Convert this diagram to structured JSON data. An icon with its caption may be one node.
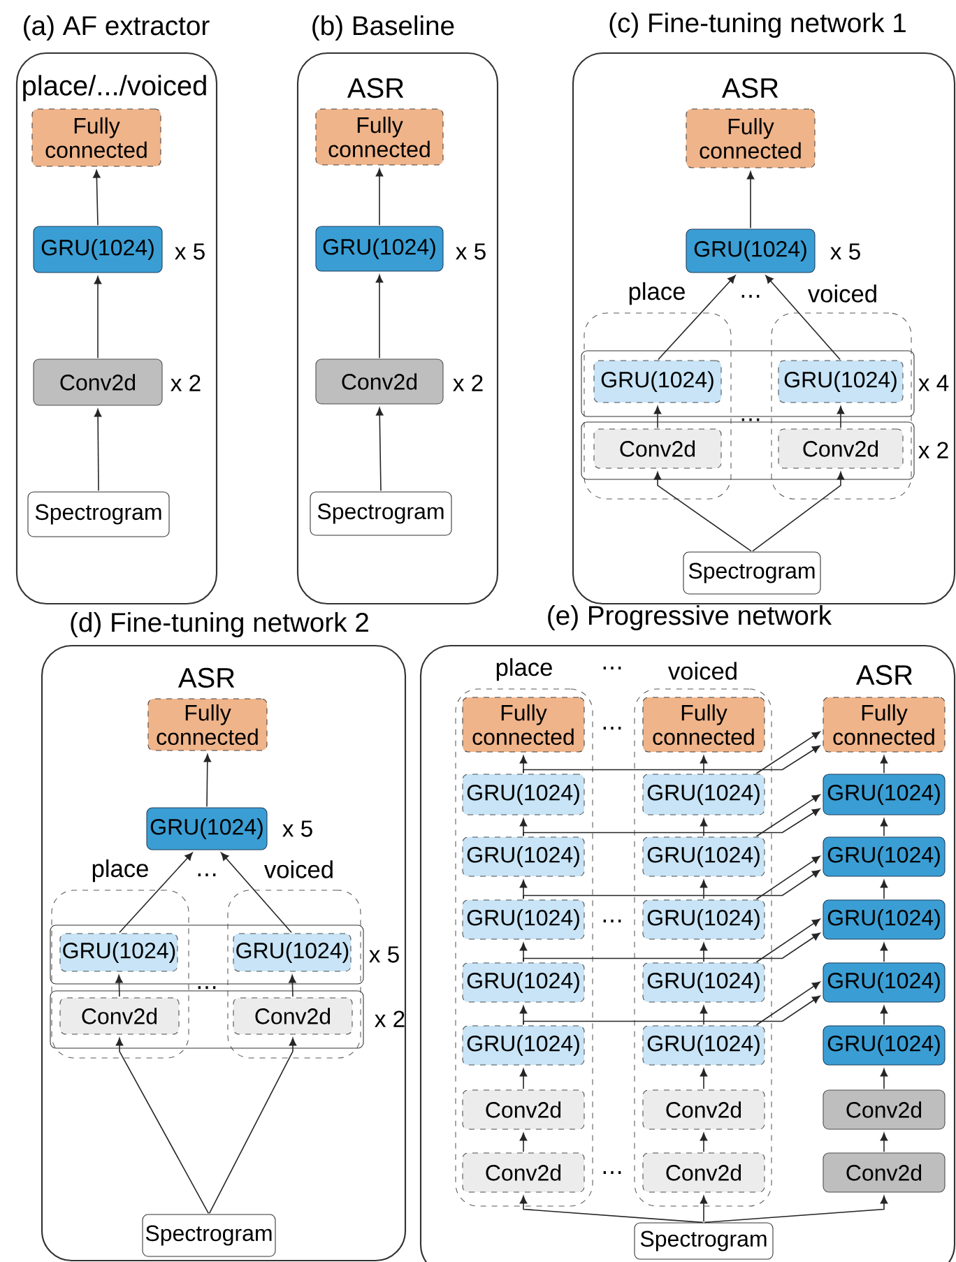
{
  "diagram": {
    "nodes": [
      {
        "text": [
          "(a) AF extractor",
          "place/.../voiced"
        ]
      },
      {
        "text": [
          "Fully connected"
        ],
        "in": 0
      },
      {
        "text": [
          "GRU(1024)"
        ],
        "beside": [
          "x 5"
        ],
        "in": 0
      },
      {
        "text": [
          "Conv2d"
        ],
        "beside": [
          "x 2"
        ],
        "in": 0
      },
      {
        "text": [
          "Spectrogram"
        ],
        "in": 0
      },
      {
        "text": [
          "(b) Baseline",
          "ASR"
        ]
      },
      {
        "text": [
          "Fully connected"
        ],
        "in": 5
      },
      {
        "text": [
          "GRU(1024)"
        ],
        "beside": [
          "x 5"
        ],
        "in": 5
      },
      {
        "text": [
          "Conv2d"
        ],
        "beside": [
          "x 2"
        ],
        "in": 5
      },
      {
        "text": [
          "Spectrogram"
        ],
        "in": 5
      },
      {
        "text": [
          "(c) Fine-tuning network 1",
          "ASR"
        ]
      },
      {
        "text": [
          "Fully connected"
        ],
        "in": 10
      },
      {
        "text": [
          "GRU(1024)"
        ],
        "beside": [
          "x 5"
        ],
        "in": 10
      },
      {
        "text": [
          "place"
        ],
        "in": 10
      },
      {
        "text": [
          "GRU(1024)"
        ],
        "in": 13
      },
      {
        "text": [
          "Conv2d"
        ],
        "in": 13
      },
      {
        "text": [
          "voiced"
        ],
        "in": 10
      },
      {
        "text": [
          "GRU(1024)"
        ],
        "in": 16
      },
      {
        "text": [
          "Conv2d"
        ],
        "in": 16
      },
      {
        "text": [
          "Spectrogram"
        ],
        "in": 10
      },
      {
        "text": [
          "(d) Fine-tuning network 2",
          "ASR"
        ]
      },
      {
        "text": [
          "Fully connected"
        ],
        "in": 20
      },
      {
        "text": [
          "GRU(1024)"
        ],
        "beside": [
          "x 5"
        ],
        "in": 20
      },
      {
        "text": [
          "place"
        ],
        "in": 20
      },
      {
        "text": [
          "GRU(1024)"
        ],
        "in": 23
      },
      {
        "text": [
          "Conv2d"
        ],
        "in": 23
      },
      {
        "text": [
          "voiced"
        ],
        "in": 20
      },
      {
        "text": [
          "GRU(1024)"
        ],
        "in": 26
      },
      {
        "text": [
          "Conv2d"
        ],
        "in": 26
      },
      {
        "text": [
          "Spectrogram"
        ],
        "in": 20
      },
      {
        "text": [
          "(e) Progressive network",
          "ASR"
        ]
      },
      {
        "text": [
          "place"
        ],
        "in": 30
      },
      {
        "text": [
          "Fully connected"
        ],
        "in": 31
      },
      {
        "text": [
          "GRU(1024)"
        ],
        "in": 31
      },
      {
        "text": [
          "GRU(1024)"
        ],
        "in": 31
      },
      {
        "text": [
          "GRU(1024)"
        ],
        "in": 31
      },
      {
        "text": [
          "GRU(1024)"
        ],
        "in": 31
      },
      {
        "text": [
          "GRU(1024)"
        ],
        "in": 31
      },
      {
        "text": [
          "Conv2d"
        ],
        "in": 31
      },
      {
        "text": [
          "Conv2d"
        ],
        "in": 31
      },
      {
        "text": [
          "voiced"
        ],
        "in": 30
      },
      {
        "text": [
          "Fully connected"
        ],
        "in": 40
      },
      {
        "text": [
          "GRU(1024)"
        ],
        "in": 40
      },
      {
        "text": [
          "GRU(1024)"
        ],
        "in": 40
      },
      {
        "text": [
          "GRU(1024)"
        ],
        "in": 40
      },
      {
        "text": [
          "GRU(1024)"
        ],
        "in": 40
      },
      {
        "text": [
          "GRU(1024)"
        ],
        "in": 40
      },
      {
        "text": [
          "Conv2d"
        ],
        "in": 40
      },
      {
        "text": [
          "Conv2d"
        ],
        "in": 40
      },
      {
        "text": [
          "Fully connected"
        ],
        "in": 30
      },
      {
        "text": [
          "GRU(1024)"
        ],
        "in": 30
      },
      {
        "text": [
          "GRU(1024)"
        ],
        "in": 30
      },
      {
        "text": [
          "GRU(1024)"
        ],
        "in": 30
      },
      {
        "text": [
          "GRU(1024)"
        ],
        "in": 30
      },
      {
        "text": [
          "GRU(1024)"
        ],
        "in": 30
      },
      {
        "text": [
          "Conv2d"
        ],
        "in": 30
      },
      {
        "text": [
          "Conv2d"
        ],
        "in": 30
      },
      {
        "text": [
          "Spectrogram"
        ],
        "in": 30
      }
    ],
    "edges": [
      {
        "from": 4,
        "to": 3,
        "arrow": "to"
      },
      {
        "from": 3,
        "to": 2,
        "arrow": "to"
      },
      {
        "from": 2,
        "to": 1,
        "arrow": "to"
      },
      {
        "from": 9,
        "to": 8,
        "arrow": "to"
      },
      {
        "from": 8,
        "to": 7,
        "arrow": "to"
      },
      {
        "from": 7,
        "to": 6,
        "arrow": "to"
      },
      {
        "from": 19,
        "to": 15,
        "arrow": "to"
      },
      {
        "from": 19,
        "to": 18,
        "arrow": "to"
      },
      {
        "from": 15,
        "to": 14,
        "arrow": "to"
      },
      {
        "from": 18,
        "to": 17,
        "arrow": "to"
      },
      {
        "from": 14,
        "to": 12,
        "arrow": "to"
      },
      {
        "from": 17,
        "to": 12,
        "arrow": "to"
      },
      {
        "from": 12,
        "to": 11,
        "arrow": "to"
      },
      {
        "from": 29,
        "to": 25,
        "arrow": "to"
      },
      {
        "from": 29,
        "to": 28,
        "arrow": "to"
      },
      {
        "from": 25,
        "to": 24,
        "arrow": "to"
      },
      {
        "from": 28,
        "to": 27,
        "arrow": "to"
      },
      {
        "from": 24,
        "to": 22,
        "arrow": "to"
      },
      {
        "from": 27,
        "to": 22,
        "arrow": "to"
      },
      {
        "from": 22,
        "to": 21,
        "arrow": "to"
      },
      {
        "from": 57,
        "to": 39,
        "arrow": "to"
      },
      {
        "from": 57,
        "to": 48,
        "arrow": "to"
      },
      {
        "from": 57,
        "to": 56,
        "arrow": "to"
      },
      {
        "from": 39,
        "to": 38,
        "arrow": "to"
      },
      {
        "from": 38,
        "to": 37,
        "arrow": "to"
      },
      {
        "from": 37,
        "to": 36,
        "arrow": "to"
      },
      {
        "from": 36,
        "to": 35,
        "arrow": "to"
      },
      {
        "from": 35,
        "to": 34,
        "arrow": "to"
      },
      {
        "from": 34,
        "to": 33,
        "arrow": "to"
      },
      {
        "from": 33,
        "to": 32,
        "arrow": "to"
      },
      {
        "from": 48,
        "to": 47,
        "arrow": "to"
      },
      {
        "from": 47,
        "to": 46,
        "arrow": "to"
      },
      {
        "from": 46,
        "to": 45,
        "arrow": "to"
      },
      {
        "from": 45,
        "to": 44,
        "arrow": "to"
      },
      {
        "from": 44,
        "to": 43,
        "arrow": "to"
      },
      {
        "from": 43,
        "to": 42,
        "arrow": "to"
      },
      {
        "from": 42,
        "to": 41,
        "arrow": "to"
      },
      {
        "from": 56,
        "to": 55,
        "arrow": "to"
      },
      {
        "from": 55,
        "to": 54,
        "arrow": "to"
      },
      {
        "from": 54,
        "to": 53,
        "arrow": "to"
      },
      {
        "from": 53,
        "to": 52,
        "arrow": "to"
      },
      {
        "from": 52,
        "to": 51,
        "arrow": "to"
      },
      {
        "from": 51,
        "to": 50,
        "arrow": "to"
      },
      {
        "from": 50,
        "to": 49,
        "arrow": "to"
      },
      {
        "from": 37,
        "to": 53,
        "arrow": "to"
      },
      {
        "from": 36,
        "to": 52,
        "arrow": "to"
      },
      {
        "from": 35,
        "to": 51,
        "arrow": "to"
      },
      {
        "from": 34,
        "to": 50,
        "arrow": "to"
      },
      {
        "from": 33,
        "to": 49,
        "arrow": "to"
      },
      {
        "from": 46,
        "to": 53,
        "arrow": "to"
      },
      {
        "from": 45,
        "to": 52,
        "arrow": "to"
      },
      {
        "from": 44,
        "to": 51,
        "arrow": "to"
      },
      {
        "from": 43,
        "to": 50,
        "arrow": "to"
      },
      {
        "from": 42,
        "to": 49,
        "arrow": "to"
      }
    ],
    "labels": [
      "…",
      "x 4",
      "…",
      "x 2",
      "…",
      "x 5",
      "…",
      "x 2",
      "⋯",
      "⋯",
      "⋯",
      "⋯"
    ]
  }
}
